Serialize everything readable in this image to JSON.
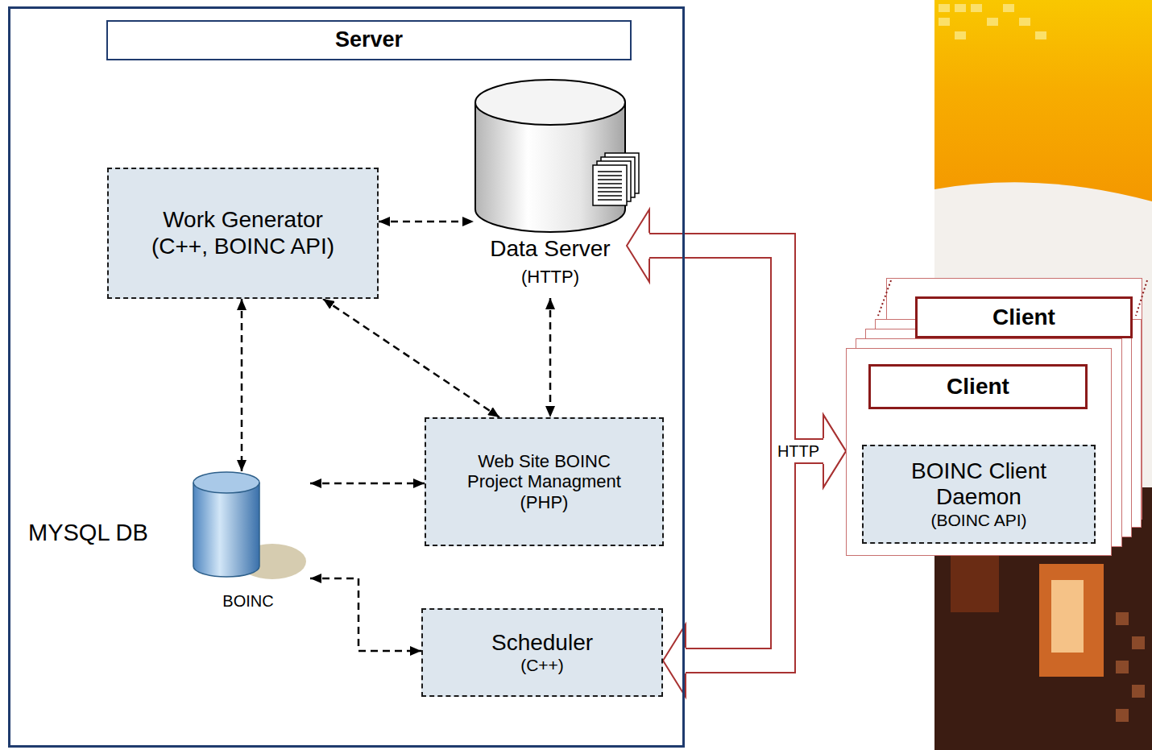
{
  "diagram": {
    "nodes": [
      {
        "text": [
          "Server"
        ]
      },
      {
        "text": [
          "Work Generator (C++, BOINC API)"
        ],
        "in": 0
      },
      {
        "text": [
          "Data Server",
          "(HTTP)"
        ],
        "in": 0
      },
      {
        "text": [
          "MYSQL DB",
          "BOINC"
        ],
        "in": 0
      },
      {
        "text": [
          "Web Site BOINC Project Managment (PHP)"
        ],
        "in": 0
      },
      {
        "text": [
          "Scheduler",
          "(C++)"
        ],
        "in": 0
      },
      {
        "text": [
          "Client"
        ]
      },
      {
        "text": [
          "Client"
        ]
      },
      {
        "text": [
          "BOINC Client Daemon",
          "(BOINC API)"
        ],
        "in": 7
      }
    ],
    "edges": [
      {
        "from": 1,
        "to": 2,
        "arrow": "both"
      },
      {
        "from": 1,
        "to": 3,
        "arrow": "both"
      },
      {
        "from": 1,
        "to": 4,
        "arrow": "both"
      },
      {
        "from": 2,
        "to": 4,
        "arrow": "both"
      },
      {
        "from": 3,
        "to": 4,
        "arrow": "both"
      },
      {
        "from": 3,
        "to": 5,
        "arrow": "both"
      },
      {
        "from": 2,
        "to": 7,
        "arrow": "both",
        "label": "HTTP"
      },
      {
        "from": 5,
        "to": 7,
        "arrow": "both"
      }
    ]
  }
}
